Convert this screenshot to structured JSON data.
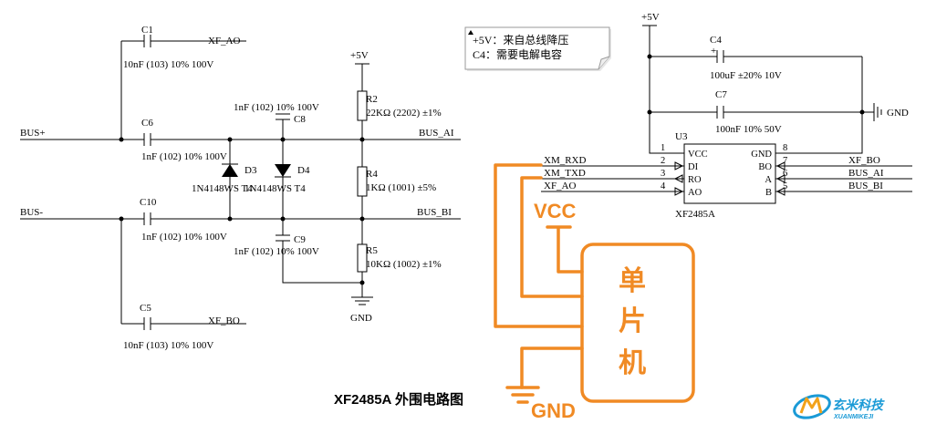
{
  "caption": "XF2485A 外围电路图",
  "note": {
    "line1": "+5V：来自总线降压",
    "line2": "C4：需要电解电容"
  },
  "nets": {
    "bus_plus": "BUS+",
    "bus_minus": "BUS-",
    "bus_ai_left": "BUS_AI",
    "bus_bi_left": "BUS_BI",
    "xf_ao_left": "XF_AO",
    "xf_bo_left": "XF_BO",
    "vcc5_left": "+5V",
    "gnd_left": "GND",
    "vcc5_right": "+5V",
    "gnd_right": "GND",
    "xm_rxd": "XM_RXD",
    "xm_txd": "XM_TXD",
    "xf_ao_u3": "XF_AO",
    "xf_bo_u3": "XF_BO",
    "bus_ai_u3": "BUS_AI",
    "bus_bi_u3": "BUS_BI"
  },
  "components": {
    "c1": {
      "ref": "C1",
      "value": "10nF (103) 10% 100V"
    },
    "c6": {
      "ref": "C6",
      "value": "1nF (102) 10% 100V"
    },
    "c10": {
      "ref": "C10",
      "value": "1nF (102) 10% 100V"
    },
    "c5": {
      "ref": "C5",
      "value": "10nF (103) 10% 100V"
    },
    "c8": {
      "ref": "C8",
      "value": "1nF (102) 10% 100V"
    },
    "c9": {
      "ref": "C9",
      "value": "1nF (102) 10% 100V"
    },
    "d3": {
      "ref": "D3",
      "value": "1N4148WS T4"
    },
    "d4": {
      "ref": "D4",
      "value": "1N4148WS T4"
    },
    "r2": {
      "ref": "R2",
      "value": "22KΩ (2202) ±1%"
    },
    "r4": {
      "ref": "R4",
      "value": "1KΩ (1001) ±5%"
    },
    "r5": {
      "ref": "R5",
      "value": "10KΩ (1002) ±1%"
    },
    "c4": {
      "ref": "C4",
      "value": "100uF ±20% 10V",
      "polarity": "+"
    },
    "c7": {
      "ref": "C7",
      "value": "100nF 10% 50V"
    },
    "u3": {
      "ref": "U3",
      "part": "XF2485A",
      "pins_left": [
        {
          "num": "1",
          "name": "VCC"
        },
        {
          "num": "2",
          "name": "DI"
        },
        {
          "num": "3",
          "name": "RO"
        },
        {
          "num": "4",
          "name": "AO"
        }
      ],
      "pins_right": [
        {
          "num": "8",
          "name": "GND"
        },
        {
          "num": "7",
          "name": "BO"
        },
        {
          "num": "6",
          "name": "A"
        },
        {
          "num": "5",
          "name": "B"
        }
      ]
    }
  },
  "annotation": {
    "vcc": "VCC",
    "gnd": "GND",
    "mcu": [
      "单",
      "片",
      "机"
    ]
  },
  "logo": {
    "text": "玄米科技",
    "sub": "XUANMIKEJI"
  },
  "colors": {
    "wire": "#000000",
    "annotation": "#f08a24",
    "logo": "#1a9ad6"
  }
}
